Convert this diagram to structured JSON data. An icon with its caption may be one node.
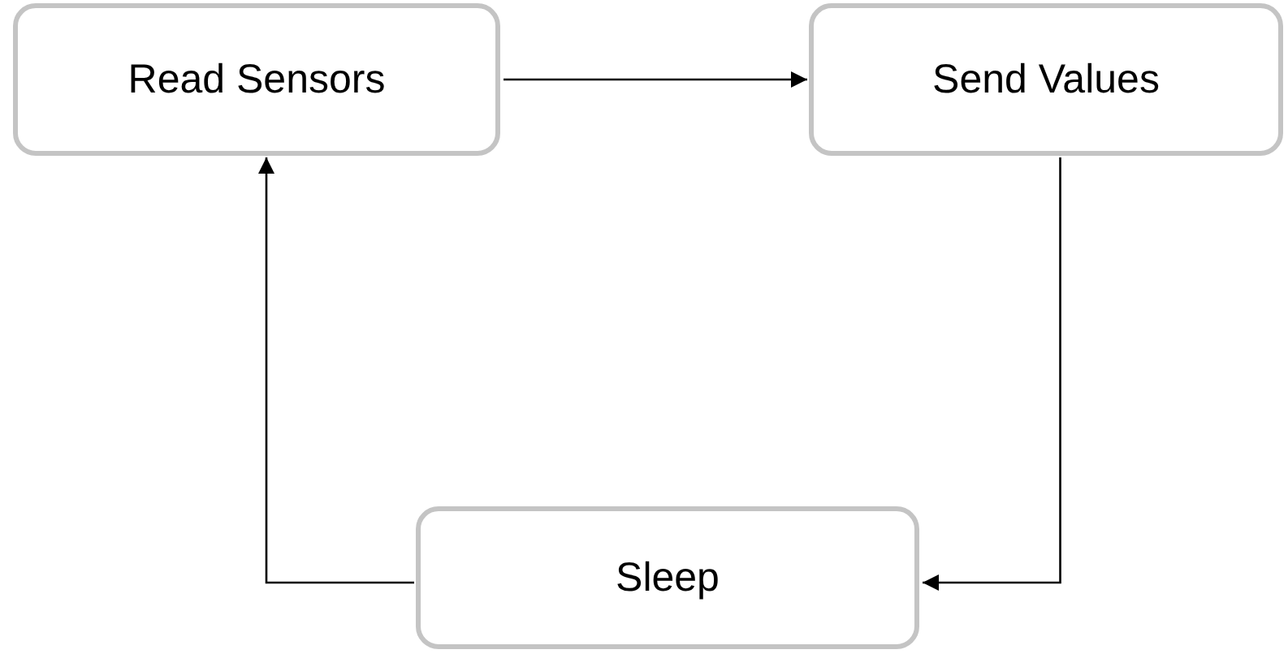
{
  "diagram": {
    "nodes": [
      {
        "text": [
          "Read Sensors"
        ]
      },
      {
        "text": [
          "Send Values"
        ]
      },
      {
        "text": [
          "Sleep"
        ]
      }
    ],
    "edges": [
      {
        "from": 0,
        "to": 1,
        "arrow": "to"
      },
      {
        "from": 1,
        "to": 2,
        "arrow": "to"
      },
      {
        "from": 2,
        "to": 0,
        "arrow": "to"
      }
    ]
  }
}
